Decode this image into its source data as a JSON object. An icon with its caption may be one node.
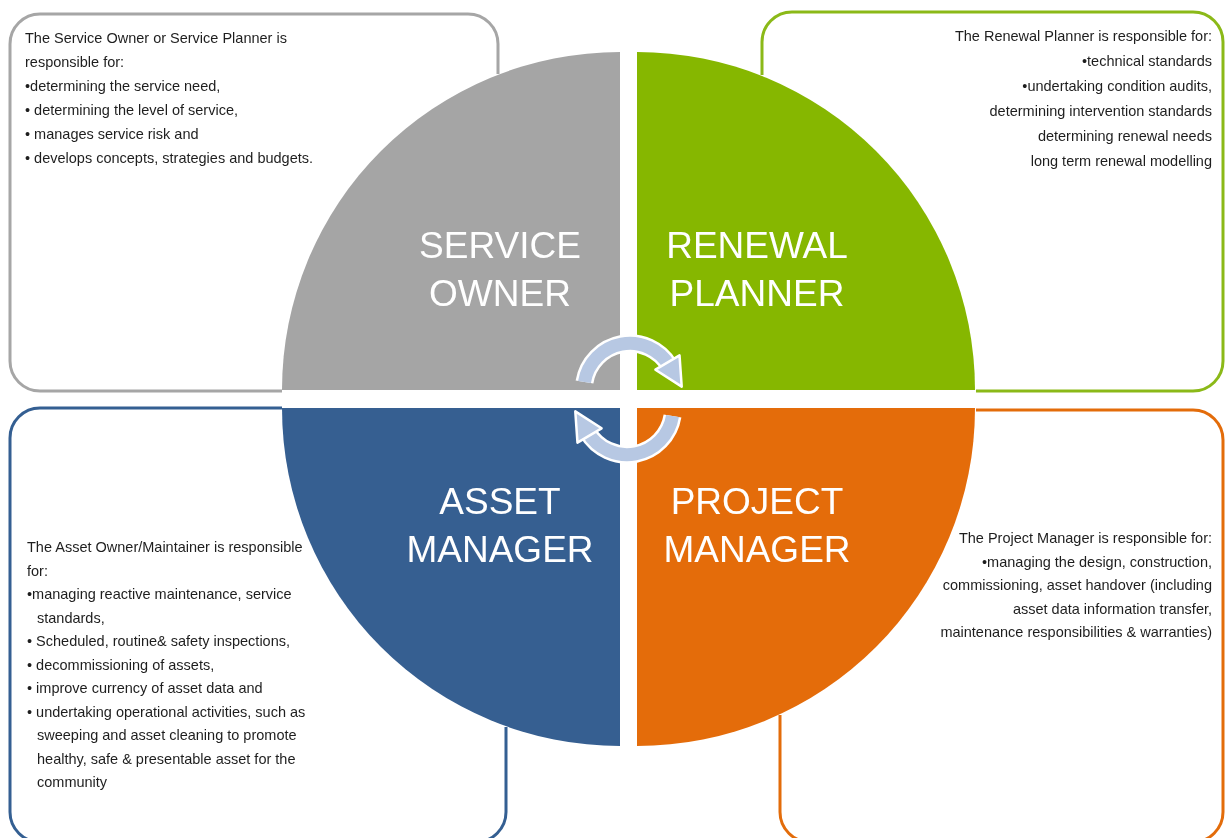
{
  "diagram": {
    "nodes": [
      {
        "text": [
          "The Service Owner or Service Planner is responsible for:",
          "•determining the service need,",
          "• determining the level of service,",
          "• manages service risk and",
          "• develops concepts, strategies and budgets."
        ]
      },
      {
        "text": [
          "The Renewal Planner is responsible for:",
          "•technical standards",
          "•undertaking condition audits,",
          "determining intervention standards",
          "determining renewal needs",
          "long term renewal modelling"
        ]
      },
      {
        "text": [
          "SERVICE OWNER"
        ]
      },
      {
        "text": [
          "RENEWAL PLANNER"
        ]
      },
      {
        "text": [
          "ASSET MANAGER"
        ]
      },
      {
        "text": [
          "PROJECT MANAGER"
        ]
      },
      {
        "text": [
          "The Asset Owner/Maintainer is responsible for:",
          "•managing reactive maintenance, service standards,",
          "• Scheduled, routine& safety inspections,",
          "• decommissioning of assets,",
          "• improve currency of asset data and",
          "• undertaking operational activities, such as sweeping and asset cleaning to promote healthy, safe & presentable asset for the community"
        ]
      },
      {
        "text": [
          "The Project Manager is responsible for:",
          "•managing the design, construction, commissioning, asset handover (including asset data information transfer, maintenance responsibilities & warranties)"
        ]
      }
    ],
    "edges": [
      {
        "from": 2,
        "to": 3,
        "arrow": "to"
      },
      {
        "from": 5,
        "to": 4,
        "arrow": "to"
      }
    ]
  }
}
